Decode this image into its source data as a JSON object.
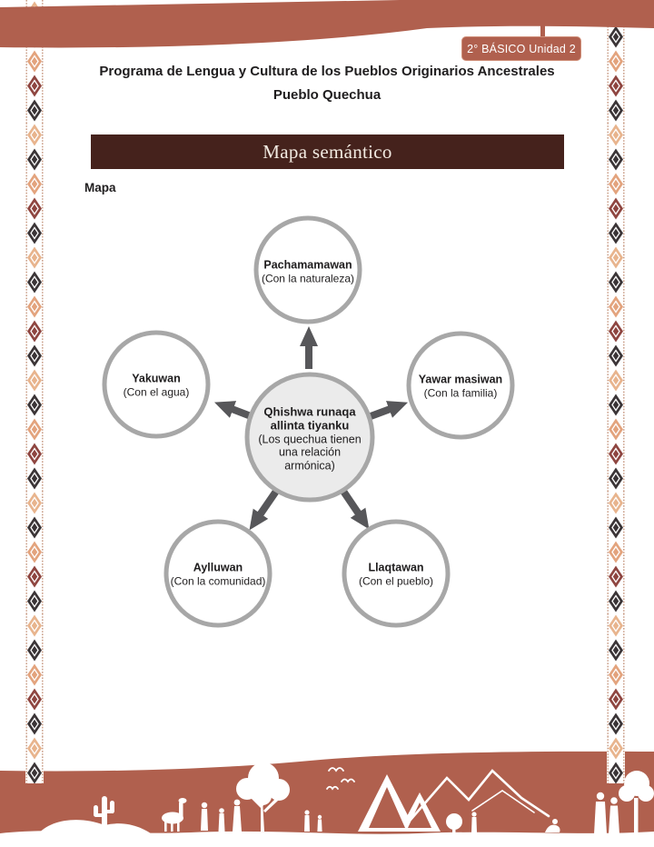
{
  "page": {
    "unit_badge": "2° BÁSICO Unidad 2",
    "header_line1": "Programa de Lengua y Cultura de los Pueblos Originarios Ancestrales",
    "header_line2": "Pueblo Quechua",
    "section_title": "Mapa semántico",
    "map_label": "Mapa"
  },
  "colors": {
    "terracotta": "#b0604e",
    "maroon_banner": "#45221c",
    "circle_stroke": "#a7a7a7",
    "center_circle_fill": "#ebebeb",
    "arrow": "#57575a",
    "badge_text": "#ffffff",
    "banner_text": "#f2eae1"
  },
  "diagram": {
    "center": {
      "title": "Qhishwa runaqa allinta tiyanku",
      "subtitle": "(Los quechua tienen una relación armónica)"
    },
    "nodes": [
      {
        "id": "naturaleza",
        "title": "Pachamamawan",
        "subtitle": "(Con la naturaleza)"
      },
      {
        "id": "agua",
        "title": "Yakuwan",
        "subtitle": "(Con el agua)"
      },
      {
        "id": "familia",
        "title": "Yawar masiwan",
        "subtitle": "(Con la familia)"
      },
      {
        "id": "comunidad",
        "title": "Aylluwan",
        "subtitle": "(Con la comunidad)"
      },
      {
        "id": "pueblo",
        "title": "Llaqtawan",
        "subtitle": "(Con el pueblo)"
      }
    ]
  }
}
